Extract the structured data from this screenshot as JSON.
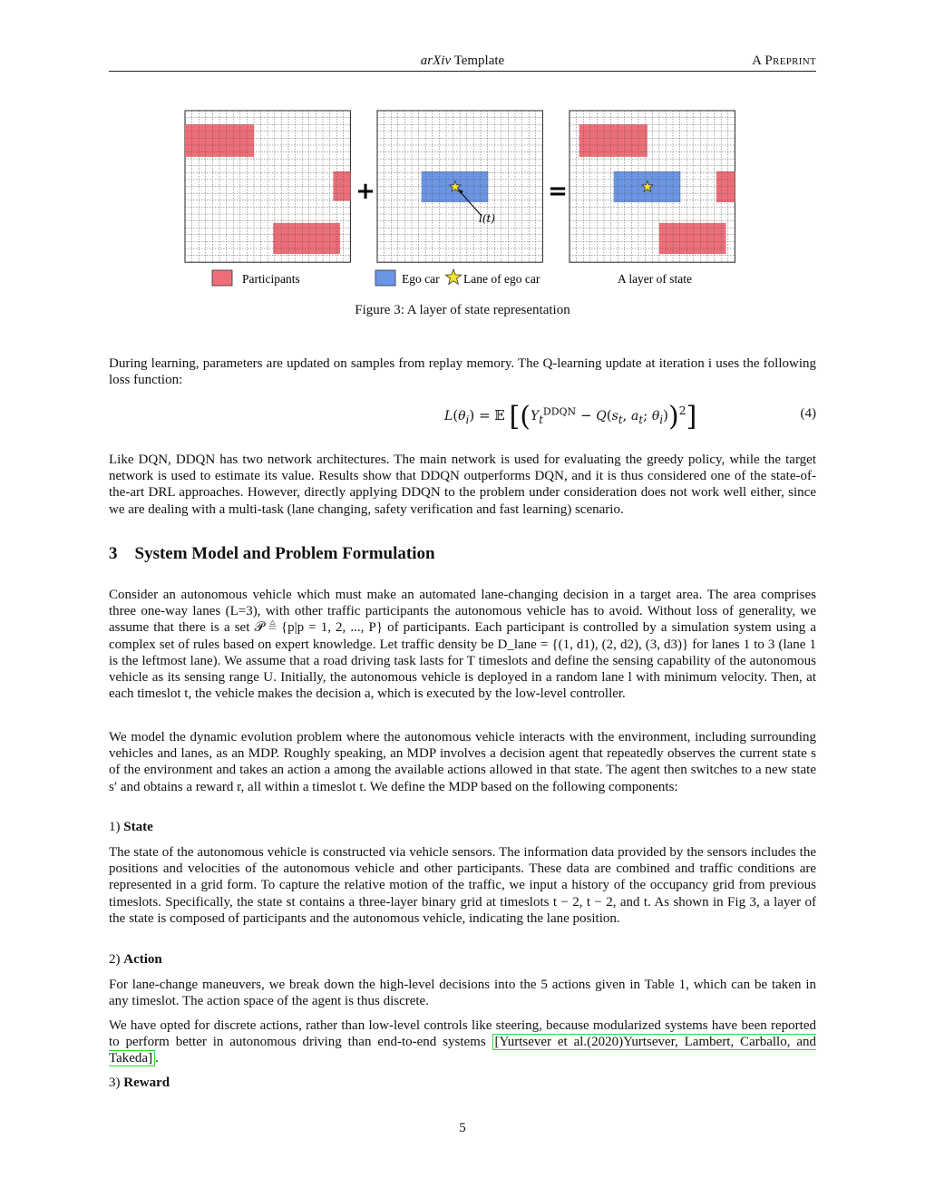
{
  "header": {
    "title_italic": "arXiv",
    "title_rest": " Template",
    "right": "A Preprint"
  },
  "figure": {
    "plus": "+",
    "equals": "=",
    "lane_label": "l(t)",
    "legend": {
      "participants": "Participants",
      "ego_car": "Ego car",
      "lane_of_ego": "Lane of ego car",
      "layer": "A layer of state"
    },
    "colors": {
      "participant": "#ee6e78",
      "ego": "#6b96e6",
      "star": "#f5e22c",
      "grid": "#555555"
    },
    "caption": "Figure 3: A layer of state representation"
  },
  "text": {
    "p1": "During learning, parameters are updated on samples from replay memory. The Q-learning update at iteration i uses the following loss function:",
    "eq_number": "(4)",
    "p2": "Like DQN, DDQN has two network architectures. The main network is used for evaluating the greedy policy, while the target network is used to estimate its value. Results show that DDQN outperforms DQN, and it is thus considered one of the state-of-the-art DRL approaches. However, directly applying DDQN to the problem under consideration does not work well either, since we are dealing with a multi-task (lane changing, safety verification and fast learning) scenario.",
    "section_number": "3",
    "section_title": "System Model and Problem Formulation",
    "p3": "Consider an autonomous vehicle which must make an automated lane-changing decision in a target area. The area comprises three one-way lanes (L=3), with other traffic participants the autonomous vehicle has to avoid. Without loss of generality, we assume that there is a set 𝒫 ≜ {p|p = 1, 2, ..., P} of participants. Each participant is controlled by a simulation system using a complex set of rules based on expert knowledge. Let traffic density be D_lane = {(1, d1), (2, d2), (3, d3)} for lanes 1 to 3 (lane 1 is the leftmost lane). We assume that a road driving task lasts for T timeslots and define the sensing capability of the autonomous vehicle as its sensing range U. Initially, the autonomous vehicle is deployed in a random lane l with minimum velocity. Then, at each timeslot t, the vehicle makes the decision a, which is executed by the low-level controller.",
    "p4": "We model the dynamic evolution problem where the autonomous vehicle interacts with the environment, including surrounding vehicles and lanes, as an MDP. Roughly speaking, an MDP involves a decision agent that repeatedly observes the current state s of the environment and takes an action a among the available actions allowed in that state. The agent then switches to a new state s′ and obtains a reward r, all within a timeslot t. We define the MDP based on the following components:",
    "sub1_num": "1)",
    "sub1_title": "State",
    "p5": "The state of the autonomous vehicle is constructed via vehicle sensors. The information data provided by the sensors includes the positions and velocities of the autonomous vehicle and other participants. These data are combined and traffic conditions are represented in a grid form. To capture the relative motion of the traffic, we input a history of the occupancy grid from previous timeslots. Specifically, the state st contains a three-layer binary grid at timeslots t − 2, t − 2, and t. As shown in Fig 3, a layer of the state is composed of participants and the autonomous vehicle, indicating the lane position.",
    "sub2_num": "2)",
    "sub2_title": "Action",
    "p6": "For lane-change maneuvers, we break down the high-level decisions into the 5 actions given in Table 1, which can be taken in any timeslot. The action space of the agent is thus discrete.",
    "p7_a": "We have opted for discrete actions, rather than low-level controls like steering, because modularized systems have been reported to perform better in autonomous driving than end-to-end systems ",
    "p7_cite": "[Yurtsever et al.(2020)Yurtsever, Lambert, Carballo, and Takeda]",
    "p7_b": ".",
    "sub3_num": "3)",
    "sub3_title": "Reward",
    "page_number": "5"
  }
}
